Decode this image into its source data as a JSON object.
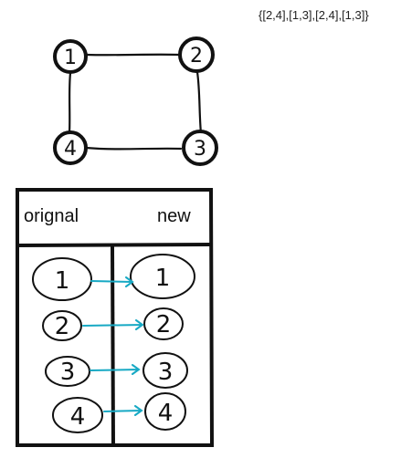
{
  "adjacency_list": "{[2,4],[1,3],[2,4],[1,3]}",
  "graph": {
    "nodes": [
      "1",
      "2",
      "3",
      "4"
    ],
    "edges": [
      [
        "1",
        "2"
      ],
      [
        "2",
        "3"
      ],
      [
        "3",
        "4"
      ],
      [
        "4",
        "1"
      ]
    ]
  },
  "table": {
    "header_original": "orignal",
    "header_new": "new",
    "rows": [
      {
        "original": "1",
        "new": "1"
      },
      {
        "original": "2",
        "new": "2"
      },
      {
        "original": "3",
        "new": "3"
      },
      {
        "original": "4",
        "new": "4"
      }
    ]
  },
  "colors": {
    "ink": "#111111",
    "arrow": "#17a9c4",
    "background": "#ffffff"
  }
}
